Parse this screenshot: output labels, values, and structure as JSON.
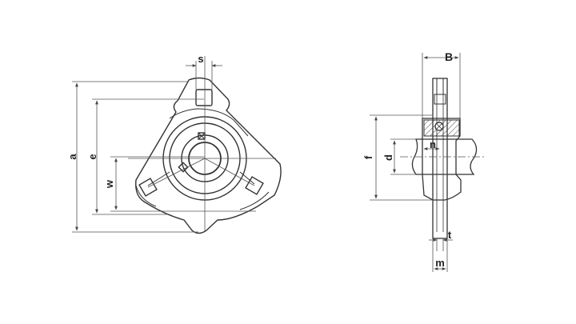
{
  "front_view": {
    "labels": {
      "s": "s",
      "a": "a",
      "e": "e",
      "w": "w"
    }
  },
  "side_view": {
    "labels": {
      "B": "B",
      "f": "f",
      "d": "d",
      "n": "n",
      "t": "t",
      "m": "m"
    }
  },
  "colors": {
    "line": "#333333",
    "dim": "#666666",
    "background": "#ffffff"
  }
}
